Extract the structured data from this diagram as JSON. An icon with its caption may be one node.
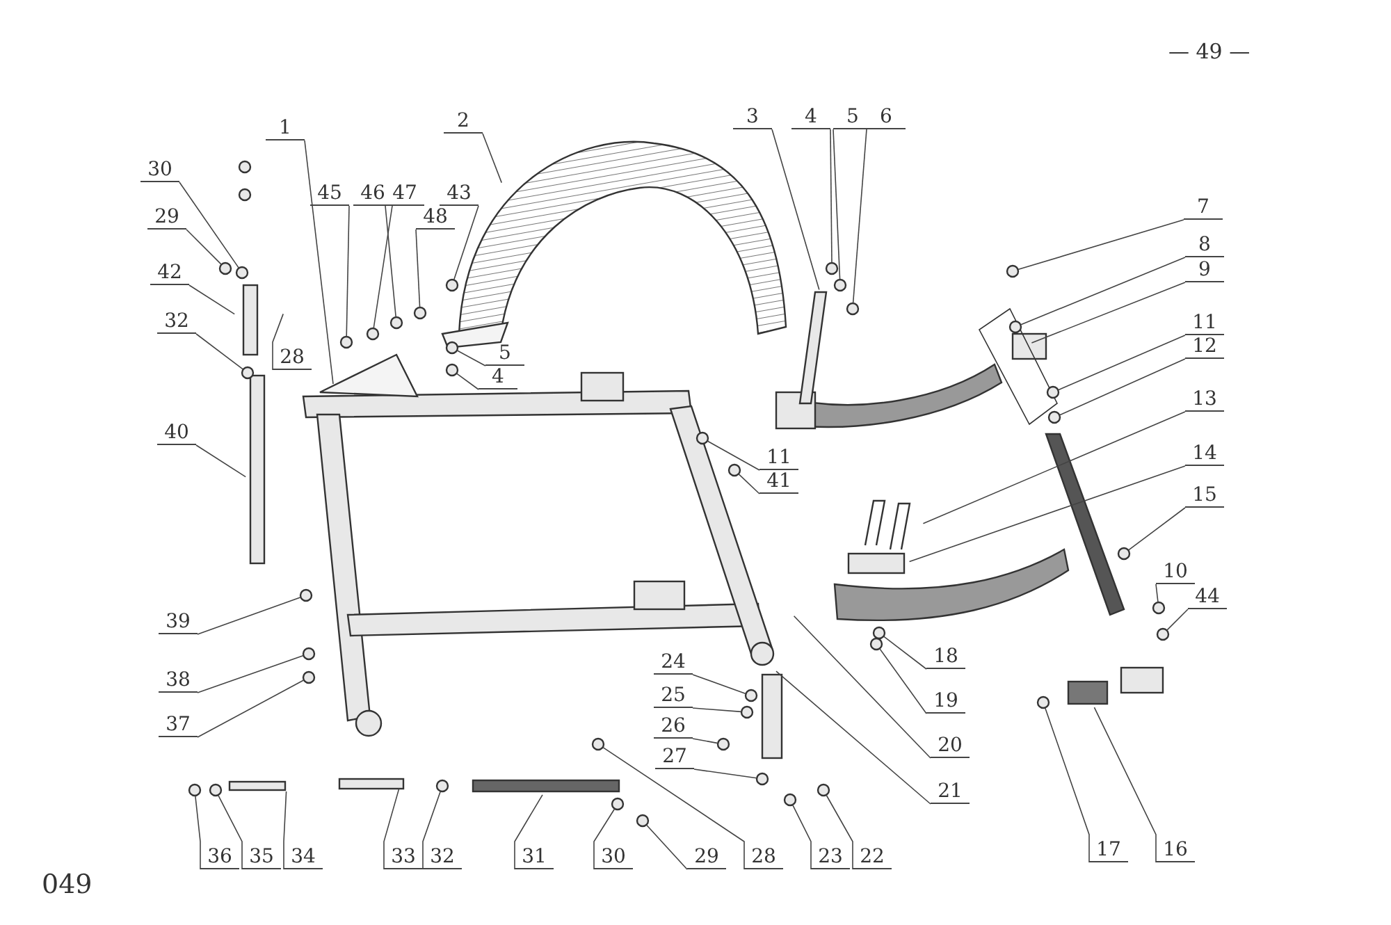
{
  "diagram": {
    "nodes": [
      {
        "text": [
          "1"
        ]
      },
      {
        "text": [
          "2"
        ]
      },
      {
        "text": [
          "3"
        ]
      },
      {
        "text": [
          "4"
        ]
      },
      {
        "text": [
          "5"
        ]
      },
      {
        "text": [
          "6"
        ]
      },
      {
        "text": [
          "7"
        ]
      },
      {
        "text": [
          "8"
        ]
      },
      {
        "text": [
          "9"
        ]
      },
      {
        "text": [
          "11"
        ]
      },
      {
        "text": [
          "12"
        ]
      },
      {
        "text": [
          "13"
        ]
      },
      {
        "text": [
          "14"
        ]
      },
      {
        "text": [
          "15"
        ]
      },
      {
        "text": [
          "30"
        ]
      },
      {
        "text": [
          "29"
        ]
      },
      {
        "text": [
          "42"
        ]
      },
      {
        "text": [
          "32"
        ]
      },
      {
        "text": [
          "28"
        ]
      },
      {
        "text": [
          "45"
        ]
      },
      {
        "text": [
          "46"
        ]
      },
      {
        "text": [
          "47"
        ]
      },
      {
        "text": [
          "48"
        ]
      },
      {
        "text": [
          "43"
        ]
      },
      {
        "text": [
          "5"
        ]
      },
      {
        "text": [
          "4"
        ]
      },
      {
        "text": [
          "40"
        ]
      },
      {
        "text": [
          "11"
        ]
      },
      {
        "text": [
          "41"
        ]
      },
      {
        "text": [
          "10"
        ]
      },
      {
        "text": [
          "44"
        ]
      },
      {
        "text": [
          "39"
        ]
      },
      {
        "text": [
          "18"
        ]
      },
      {
        "text": [
          "24"
        ]
      },
      {
        "text": [
          "38"
        ]
      },
      {
        "text": [
          "25"
        ]
      },
      {
        "text": [
          "19"
        ]
      },
      {
        "text": [
          "37"
        ]
      },
      {
        "text": [
          "26"
        ]
      },
      {
        "text": [
          "20"
        ]
      },
      {
        "text": [
          "27"
        ]
      },
      {
        "text": [
          "21"
        ]
      },
      {
        "text": [
          "36"
        ]
      },
      {
        "text": [
          "35"
        ]
      },
      {
        "text": [
          "34"
        ]
      },
      {
        "text": [
          "33"
        ]
      },
      {
        "text": [
          "32"
        ]
      },
      {
        "text": [
          "31"
        ]
      },
      {
        "text": [
          "30"
        ]
      },
      {
        "text": [
          "29"
        ]
      },
      {
        "text": [
          "28"
        ]
      },
      {
        "text": [
          "23"
        ]
      },
      {
        "text": [
          "22"
        ]
      },
      {
        "text": [
          "17"
        ]
      },
      {
        "text": [
          "16"
        ]
      }
    ],
    "edges": [
      {
        "from": 0,
        "to": null,
        "arrow": "none"
      },
      {
        "from": 1,
        "to": null,
        "arrow": "none"
      },
      {
        "from": 2,
        "to": null,
        "arrow": "none"
      },
      {
        "from": 3,
        "to": null,
        "arrow": "none"
      },
      {
        "from": 4,
        "to": null,
        "arrow": "none"
      },
      {
        "from": 5,
        "to": null,
        "arrow": "none"
      },
      {
        "from": 6,
        "to": null,
        "arrow": "none"
      },
      {
        "from": 7,
        "to": null,
        "arrow": "none"
      },
      {
        "from": 8,
        "to": null,
        "arrow": "none"
      },
      {
        "from": 9,
        "to": null,
        "arrow": "none"
      },
      {
        "from": 10,
        "to": null,
        "arrow": "none"
      },
      {
        "from": 11,
        "to": null,
        "arrow": "none"
      },
      {
        "from": 12,
        "to": null,
        "arrow": "none"
      },
      {
        "from": 13,
        "to": null,
        "arrow": "none"
      },
      {
        "from": 14,
        "to": null,
        "arrow": "none"
      },
      {
        "from": 15,
        "to": null,
        "arrow": "none"
      },
      {
        "from": 16,
        "to": null,
        "arrow": "none"
      },
      {
        "from": 17,
        "to": null,
        "arrow": "none"
      },
      {
        "from": 18,
        "to": null,
        "arrow": "none"
      },
      {
        "from": 19,
        "to": null,
        "arrow": "none"
      },
      {
        "from": 20,
        "to": null,
        "arrow": "none"
      },
      {
        "from": 21,
        "to": null,
        "arrow": "none"
      },
      {
        "from": 22,
        "to": null,
        "arrow": "none"
      },
      {
        "from": 23,
        "to": null,
        "arrow": "none"
      },
      {
        "from": 24,
        "to": null,
        "arrow": "none"
      },
      {
        "from": 25,
        "to": null,
        "arrow": "none"
      },
      {
        "from": 26,
        "to": null,
        "arrow": "none"
      },
      {
        "from": 27,
        "to": null,
        "arrow": "none"
      },
      {
        "from": 28,
        "to": null,
        "arrow": "none"
      },
      {
        "from": 29,
        "to": null,
        "arrow": "none"
      },
      {
        "from": 30,
        "to": null,
        "arrow": "none"
      },
      {
        "from": 31,
        "to": null,
        "arrow": "none"
      },
      {
        "from": 32,
        "to": null,
        "arrow": "none"
      },
      {
        "from": 33,
        "to": null,
        "arrow": "none"
      },
      {
        "from": 34,
        "to": null,
        "arrow": "none"
      },
      {
        "from": 35,
        "to": null,
        "arrow": "none"
      },
      {
        "from": 36,
        "to": null,
        "arrow": "none"
      },
      {
        "from": 37,
        "to": null,
        "arrow": "none"
      },
      {
        "from": 38,
        "to": null,
        "arrow": "none"
      },
      {
        "from": 39,
        "to": null,
        "arrow": "none"
      },
      {
        "from": 40,
        "to": null,
        "arrow": "none"
      },
      {
        "from": 41,
        "to": null,
        "arrow": "none"
      },
      {
        "from": 42,
        "to": null,
        "arrow": "none"
      },
      {
        "from": 43,
        "to": null,
        "arrow": "none"
      },
      {
        "from": 44,
        "to": null,
        "arrow": "none"
      },
      {
        "from": 45,
        "to": null,
        "arrow": "none"
      },
      {
        "from": 46,
        "to": null,
        "arrow": "none"
      },
      {
        "from": 47,
        "to": null,
        "arrow": "none"
      },
      {
        "from": 48,
        "to": null,
        "arrow": "none"
      },
      {
        "from": 49,
        "to": null,
        "arrow": "none"
      },
      {
        "from": 50,
        "to": null,
        "arrow": "none"
      },
      {
        "from": 51,
        "to": null,
        "arrow": "none"
      },
      {
        "from": 52,
        "to": null,
        "arrow": "none"
      },
      {
        "from": 53,
        "to": null,
        "arrow": "none"
      },
      {
        "from": 54,
        "to": null,
        "arrow": "none"
      }
    ],
    "labels": [
      "— 49 —",
      "049"
    ]
  }
}
